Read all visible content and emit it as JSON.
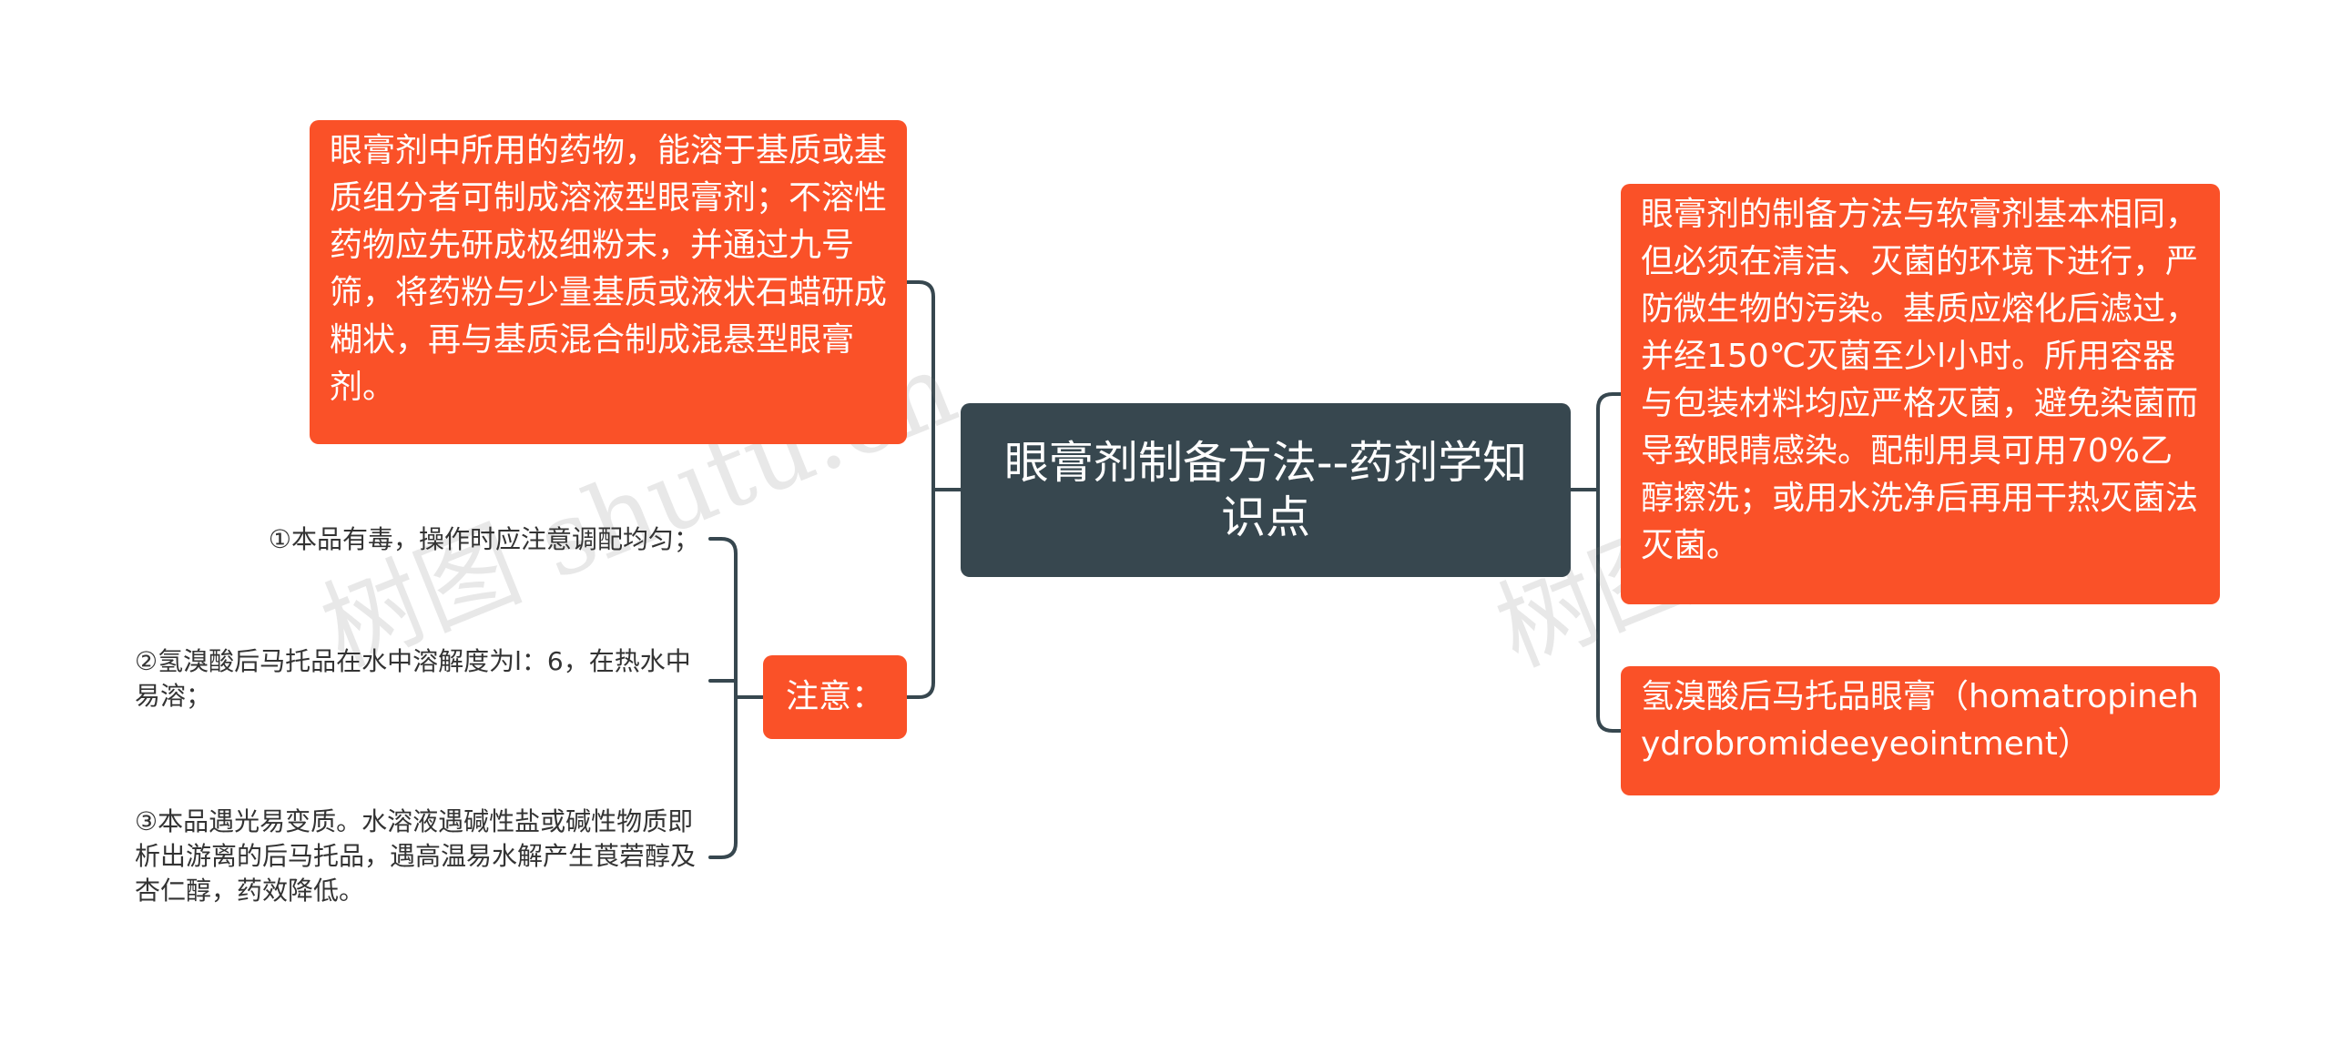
{
  "colors": {
    "root_bg": "#37474f",
    "topic_bg": "#fa5128",
    "connector": "#37474f",
    "leaf_text": "#333333"
  },
  "watermark": "树图 shutu.cn",
  "root": {
    "title": "眼膏剂制备方法--药剂学知识点"
  },
  "left": {
    "node1": "眼膏剂中所用的药物，能溶于基质或基质组分者可制成溶液型眼膏剂；不溶性药物应先研成极细粉末，并通过九号筛，将药粉与少量基质或液状石蜡研成糊状，再与基质混合制成混悬型眼膏剂。",
    "note": {
      "label": "注意：",
      "items": [
        "①本品有毒，操作时应注意调配均匀；",
        "②氢溴酸后马托品在水中溶解度为l：6，在热水中易溶；",
        "③本品遇光易变质。水溶液遇碱性盐或碱性物质即析出游离的后马托品，遇高温易水解产生莨菪醇及杏仁醇，药效降低。"
      ]
    }
  },
  "right": {
    "node1": "眼膏剂的制备方法与软膏剂基本相同，但必须在清洁、灭菌的环境下进行，严防微生物的污染。基质应熔化后滤过，并经150℃灭菌至少l小时。所用容器与包装材料均应严格灭菌，避免染菌而导致眼睛感染。配制用具可用70%乙醇擦洗；或用水洗净后再用干热灭菌法灭菌。",
    "node2": "氢溴酸后马托品眼膏（homatropinehydrobromideeyeointment）"
  }
}
